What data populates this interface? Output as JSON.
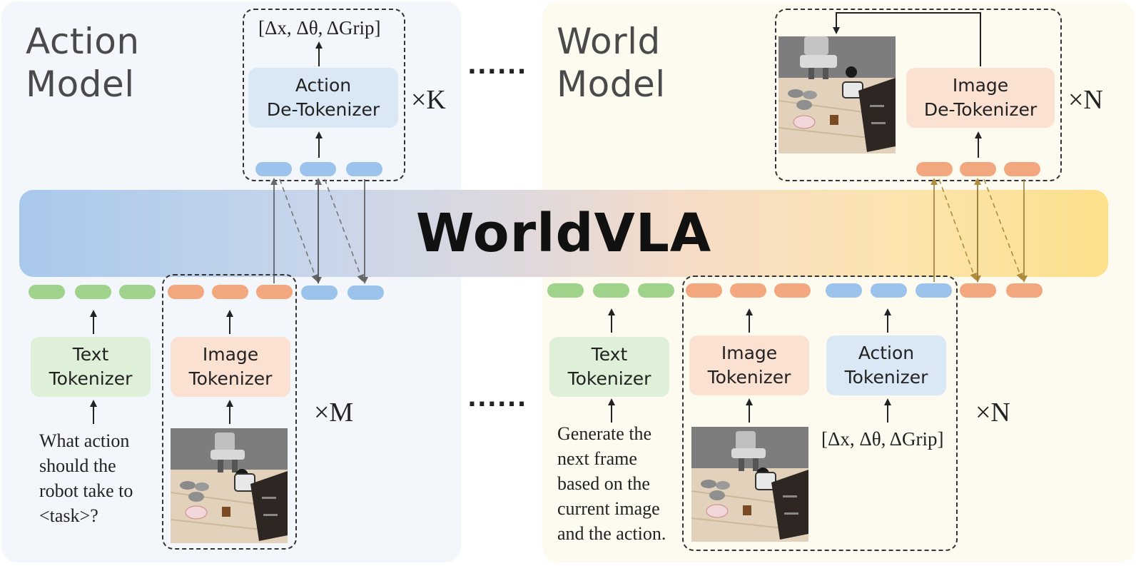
{
  "action_model": {
    "title": "Action\nModel",
    "output_label": "[Δx, Δθ, ΔGrip]",
    "detokenizer": "Action\nDe-Tokenizer",
    "repeat_label": "×K",
    "text_tokenizer": "Text\nTokenizer",
    "image_tokenizer": "Image\nTokenizer",
    "image_repeat_label": "×M",
    "prompt": "What action\nshould the\nrobot take to\n<task>?"
  },
  "world_model": {
    "title": "World\nModel",
    "detokenizer": "Image\nDe-Tokenizer",
    "repeat_label": "×N",
    "text_tokenizer": "Text\nTokenizer",
    "image_tokenizer": "Image\nTokenizer",
    "action_tokenizer": "Action\nTokenizer",
    "input_action_label": "[Δx, Δθ, ΔGrip]",
    "bottom_repeat_label": "×N",
    "prompt": "Generate the\nnext frame\nbased on the\ncurrent image\nand the action."
  },
  "banner_title": "WorldVLA",
  "ellipsis_top": "......",
  "ellipsis_bottom": "......",
  "colors": {
    "text_token": "#9fd28a",
    "image_token": "#f3a77f",
    "action_token": "#9cc3ec",
    "banner_start": "#a9c8ec",
    "banner_end": "#fde08a"
  }
}
